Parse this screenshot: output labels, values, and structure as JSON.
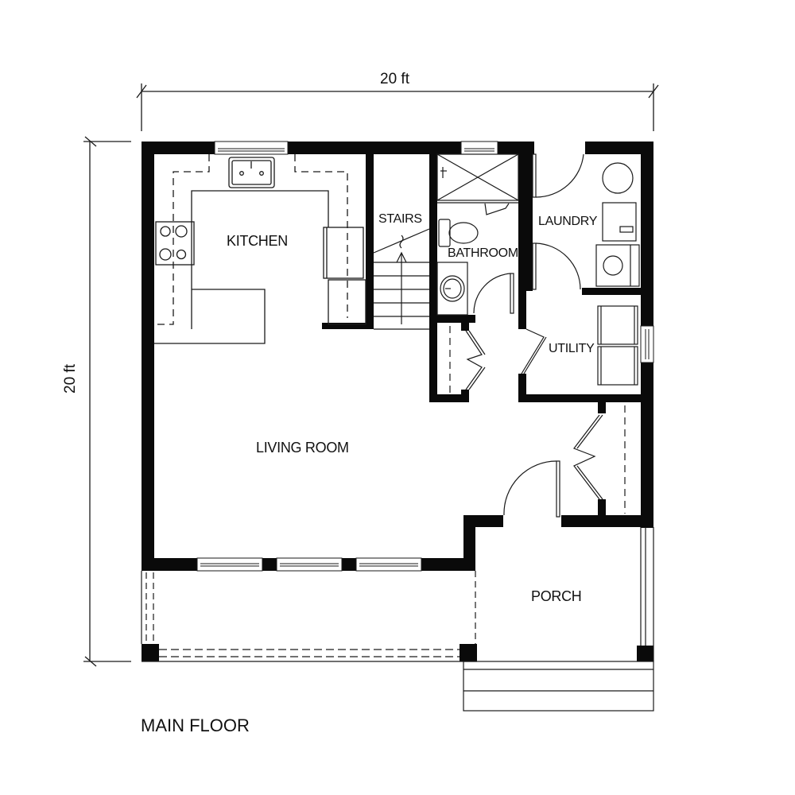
{
  "plan": {
    "title": "MAIN FLOOR",
    "dimensions": {
      "width_label": "20 ft",
      "height_label": "20 ft"
    },
    "rooms": {
      "kitchen": "KITCHEN",
      "stairs": "STAIRS",
      "bathroom": "BATHROOM",
      "laundry": "LAUNDRY",
      "utility": "UTILITY",
      "living_room": "LIVING ROOM",
      "porch": "PORCH"
    },
    "colors": {
      "wall": "#0a0a0a",
      "line": "#1a1a1a",
      "background": "#ffffff"
    }
  }
}
